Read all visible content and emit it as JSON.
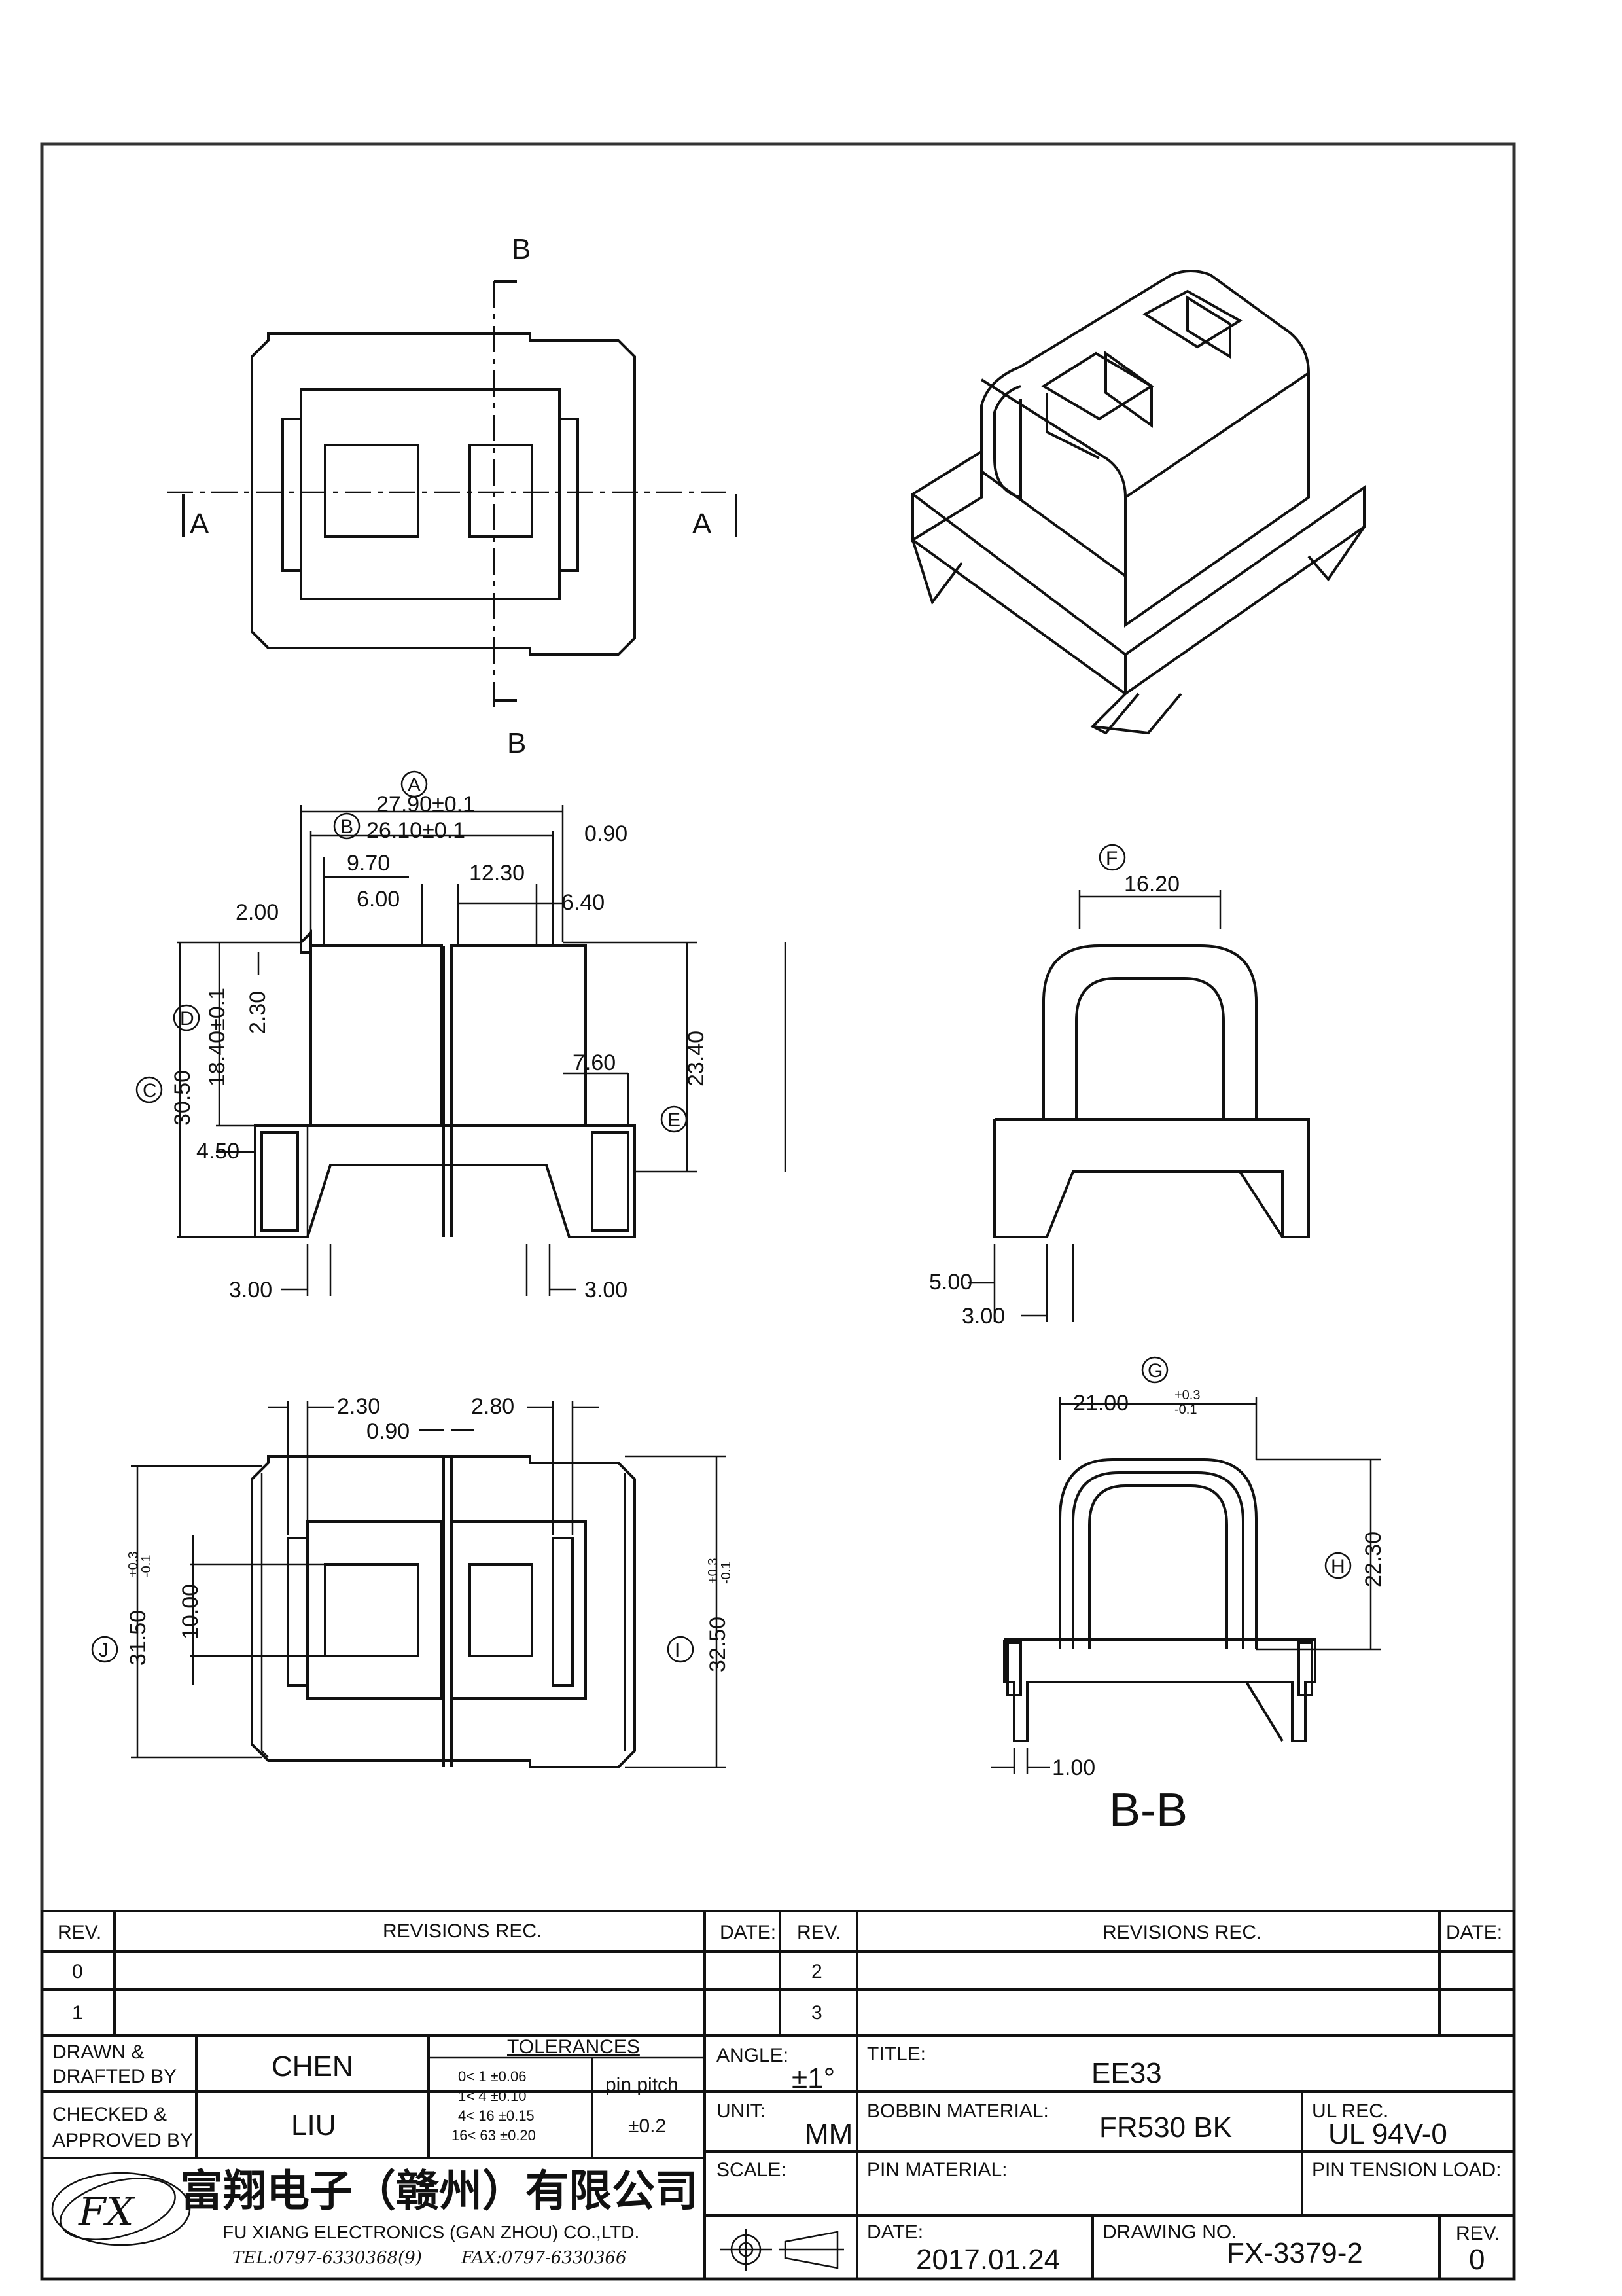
{
  "views": {
    "section_label": "B-B",
    "section_marks": [
      "B",
      "B",
      "A",
      "A"
    ]
  },
  "dimensions": {
    "front": {
      "a": "27.90±0.1",
      "b": "26.10±0.1",
      "d090": "0.90",
      "d970": "9.70",
      "d1230": "12.30",
      "d600": "6.00",
      "d640": "6.40",
      "d200": "2.00",
      "d230": "2.30",
      "c": "30.50",
      "d": "18.40±0.1",
      "d2340": "23.40",
      "d760": "7.60",
      "d450": "4.50",
      "d300a": "3.00",
      "d300b": "3.00"
    },
    "side": {
      "f": "16.20",
      "d500": "5.00",
      "d300": "3.00"
    },
    "bottom": {
      "d230": "2.30",
      "d280": "2.80",
      "d090": "0.90",
      "d1000": "10.00",
      "j": "31.50",
      "i": "32.50"
    },
    "section": {
      "g": "21.00",
      "h": "22.30",
      "d100": "1.00"
    },
    "tolerance_sup": "+0.3",
    "tolerance_sub": "-0.1",
    "circle_labels": [
      "A",
      "B",
      "C",
      "D",
      "E",
      "F",
      "G",
      "H",
      "I",
      "J"
    ]
  },
  "revisions": {
    "headers": [
      "REV.",
      "REVISIONS   REC.",
      "DATE:",
      "REV.",
      "REVISIONS   REC.",
      "DATE:"
    ],
    "revs_left": [
      "0",
      "1"
    ],
    "revs_right": [
      "2",
      "3"
    ]
  },
  "titleblock": {
    "drawn_label_1": "DRAWN  &",
    "drawn_label_2": "DRAFTED  BY",
    "drawn_value": "CHEN",
    "checked_label_1": "CHECKED  &",
    "checked_label_2": "APPROVED  BY",
    "checked_value": "LIU",
    "tolerances_title": "TOLERANCES",
    "tolerance_rows": [
      "0<   1   ±0.06",
      "1<   4   ±0.10",
      "4<  16  ±0.15",
      "16<  63  ±0.20"
    ],
    "pin_pitch_label": "pin  pitch",
    "pin_pitch_value": "±0.2",
    "angle_label": "ANGLE:",
    "angle_value": "±1°",
    "unit_label": "UNIT:",
    "unit_value": "MM",
    "scale_label": "SCALE:",
    "title_label": "TITLE:",
    "title_value": "EE33",
    "bobbin_label": "BOBBIN  MATERIAL:",
    "bobbin_value": "FR530  BK",
    "ul_label": "UL  REC.",
    "ul_value": "UL  94V-0",
    "pin_material_label": "PIN  MATERIAL:",
    "pin_tension_label": "PIN  TENSION  LOAD:",
    "date_label": "DATE:",
    "date_value": "2017.01.24",
    "drawing_no_label": "DRAWING  NO.",
    "drawing_no_value": "FX-3379-2",
    "rev_label": "REV.",
    "rev_value": "0",
    "company_cn": "富翔电子（赣州）有限公司",
    "company_en": "FU  XIANG  ELECTRONICS  (GAN  ZHOU)  CO.,LTD.",
    "tel": "TEL:0797-6330368(9)",
    "fax": "FAX:0797-6330366"
  }
}
